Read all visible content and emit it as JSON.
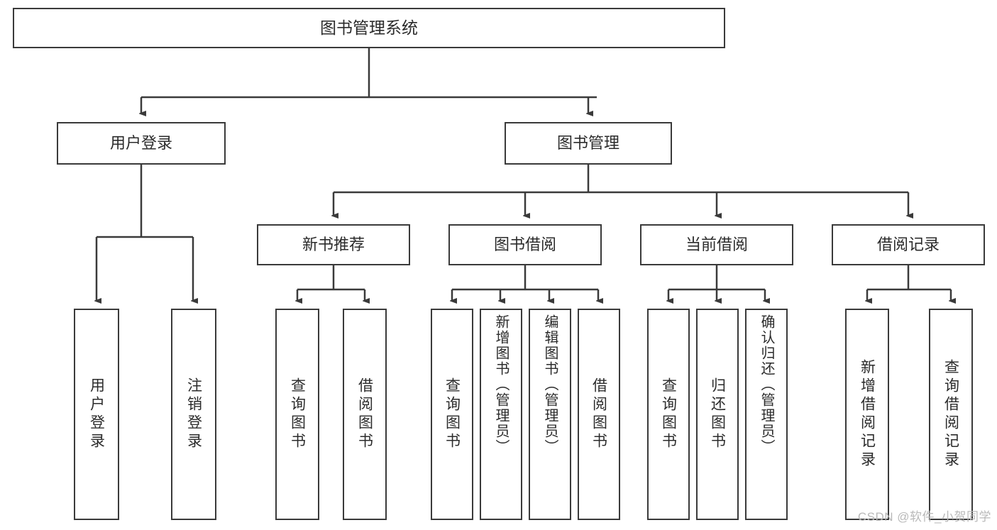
{
  "diagram": {
    "title": "图书管理系统",
    "type": "tree-hierarchy",
    "root": {
      "label": "图书管理系统"
    },
    "level2": [
      {
        "label": "用户登录"
      },
      {
        "label": "图书管理"
      }
    ],
    "level3": [
      {
        "label": "新书推荐"
      },
      {
        "label": "图书借阅"
      },
      {
        "label": "当前借阅"
      },
      {
        "label": "借阅记录"
      }
    ],
    "leaves": {
      "user_login": [
        {
          "label": "用户登录"
        },
        {
          "label": "注销登录"
        }
      ],
      "new_book_recommend": [
        {
          "label": "查询图书"
        },
        {
          "label": "借阅图书"
        }
      ],
      "book_borrow": [
        {
          "label": "查询图书"
        },
        {
          "label": "新增图书（管理员）"
        },
        {
          "label": "编辑图书（管理员）"
        },
        {
          "label": "借阅图书"
        }
      ],
      "current_borrow": [
        {
          "label": "查询图书"
        },
        {
          "label": "归还图书"
        },
        {
          "label": "确认归还（管理员）"
        }
      ],
      "borrow_record": [
        {
          "label": "新增借阅记录"
        },
        {
          "label": "查询借阅记录"
        }
      ]
    }
  },
  "watermark": {
    "text": "CSDN @软件_小贺同学"
  },
  "colors": {
    "stroke": "#3a3a3a",
    "background": "#ffffff",
    "text": "#2b2b2b",
    "watermark": "#b9b9b9"
  }
}
